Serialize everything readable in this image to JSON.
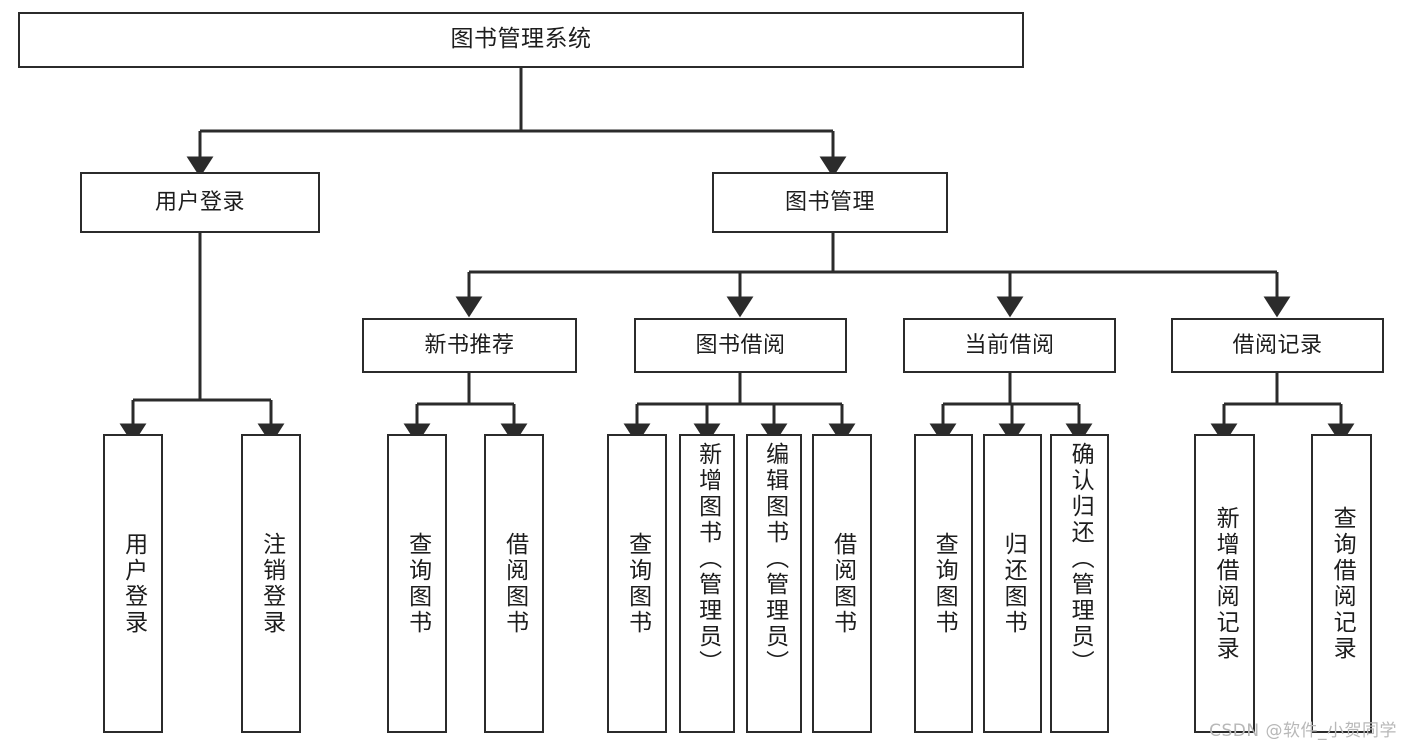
{
  "diagram": {
    "type": "tree-hierarchy",
    "title": "图书管理系统",
    "orientation": "top-down",
    "line_color": "#2b2b2b",
    "box_fill": "#ffffff",
    "text_color": "#1d1d1d",
    "levels": 4,
    "root": {
      "label": "图书管理系统"
    },
    "level1": [
      {
        "label": "用户登录"
      },
      {
        "label": "图书管理"
      }
    ],
    "level2": [
      {
        "label": "新书推荐"
      },
      {
        "label": "图书借阅"
      },
      {
        "label": "当前借阅"
      },
      {
        "label": "借阅记录"
      }
    ],
    "leaves": {
      "user_login": [
        {
          "label": "用户登录"
        },
        {
          "label": "注销登录"
        }
      ],
      "new_book_recommend": [
        {
          "label": "查询图书"
        },
        {
          "label": "借阅图书"
        }
      ],
      "book_borrow": [
        {
          "label": "查询图书"
        },
        {
          "label": "新增图书（管理员）"
        },
        {
          "label": "编辑图书（管理员）"
        },
        {
          "label": "借阅图书"
        }
      ],
      "current_borrow": [
        {
          "label": "查询图书"
        },
        {
          "label": "归还图书"
        },
        {
          "label": "确认归还（管理员）"
        }
      ],
      "borrow_record": [
        {
          "label": "新增借阅记录"
        },
        {
          "label": "查询借阅记录"
        }
      ]
    }
  },
  "watermark": {
    "text": "CSDN @软件_小贺同学"
  }
}
